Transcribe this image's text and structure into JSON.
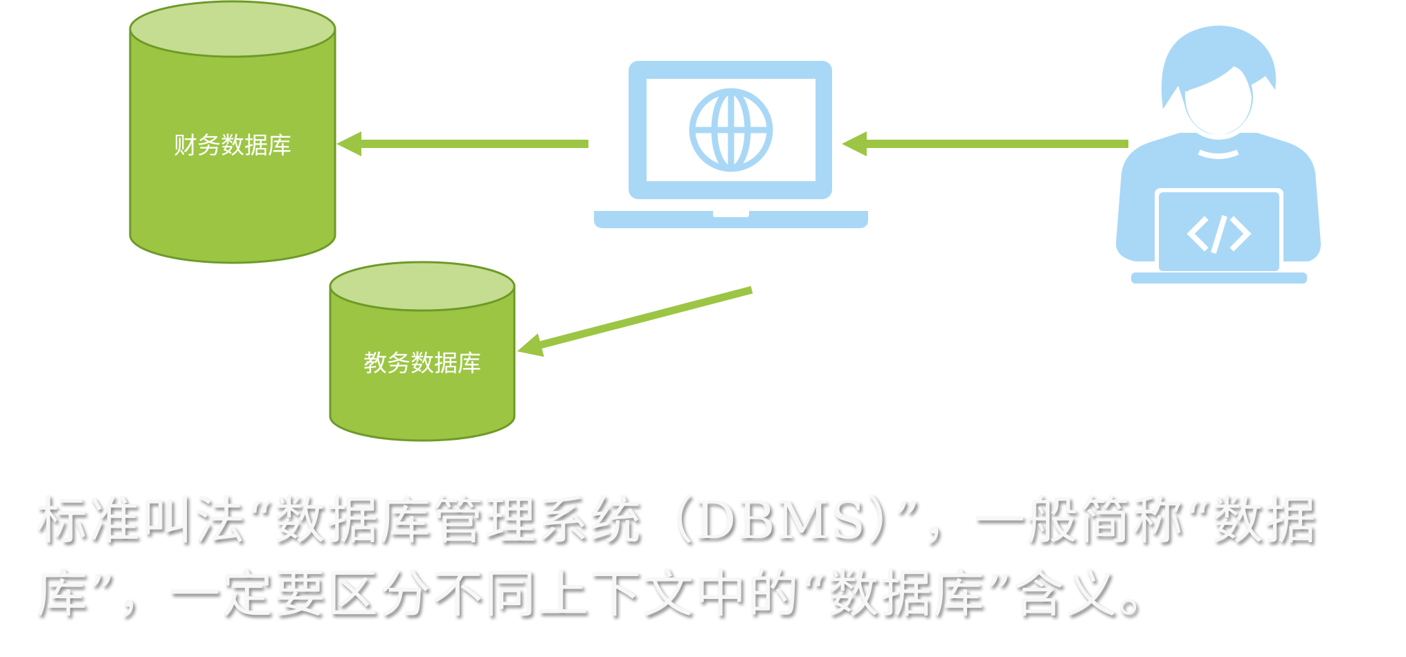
{
  "diagram": {
    "finance_db_label": "财务数据库",
    "academic_db_label": "教务数据库"
  },
  "caption": {
    "text": "标准叫法“数据库管理系统（DBMS）”，一般简称“数据库”，一定要区分不同上下文中的“数据库”含义。"
  },
  "colors": {
    "db_body": "#9cc544",
    "db_top": "#c5dd90",
    "db_outline": "#6e9a28",
    "arrow": "#9cc544",
    "icon": "#a9d8f7"
  },
  "icons": [
    "database-icon",
    "laptop-globe-icon",
    "developer-icon"
  ]
}
